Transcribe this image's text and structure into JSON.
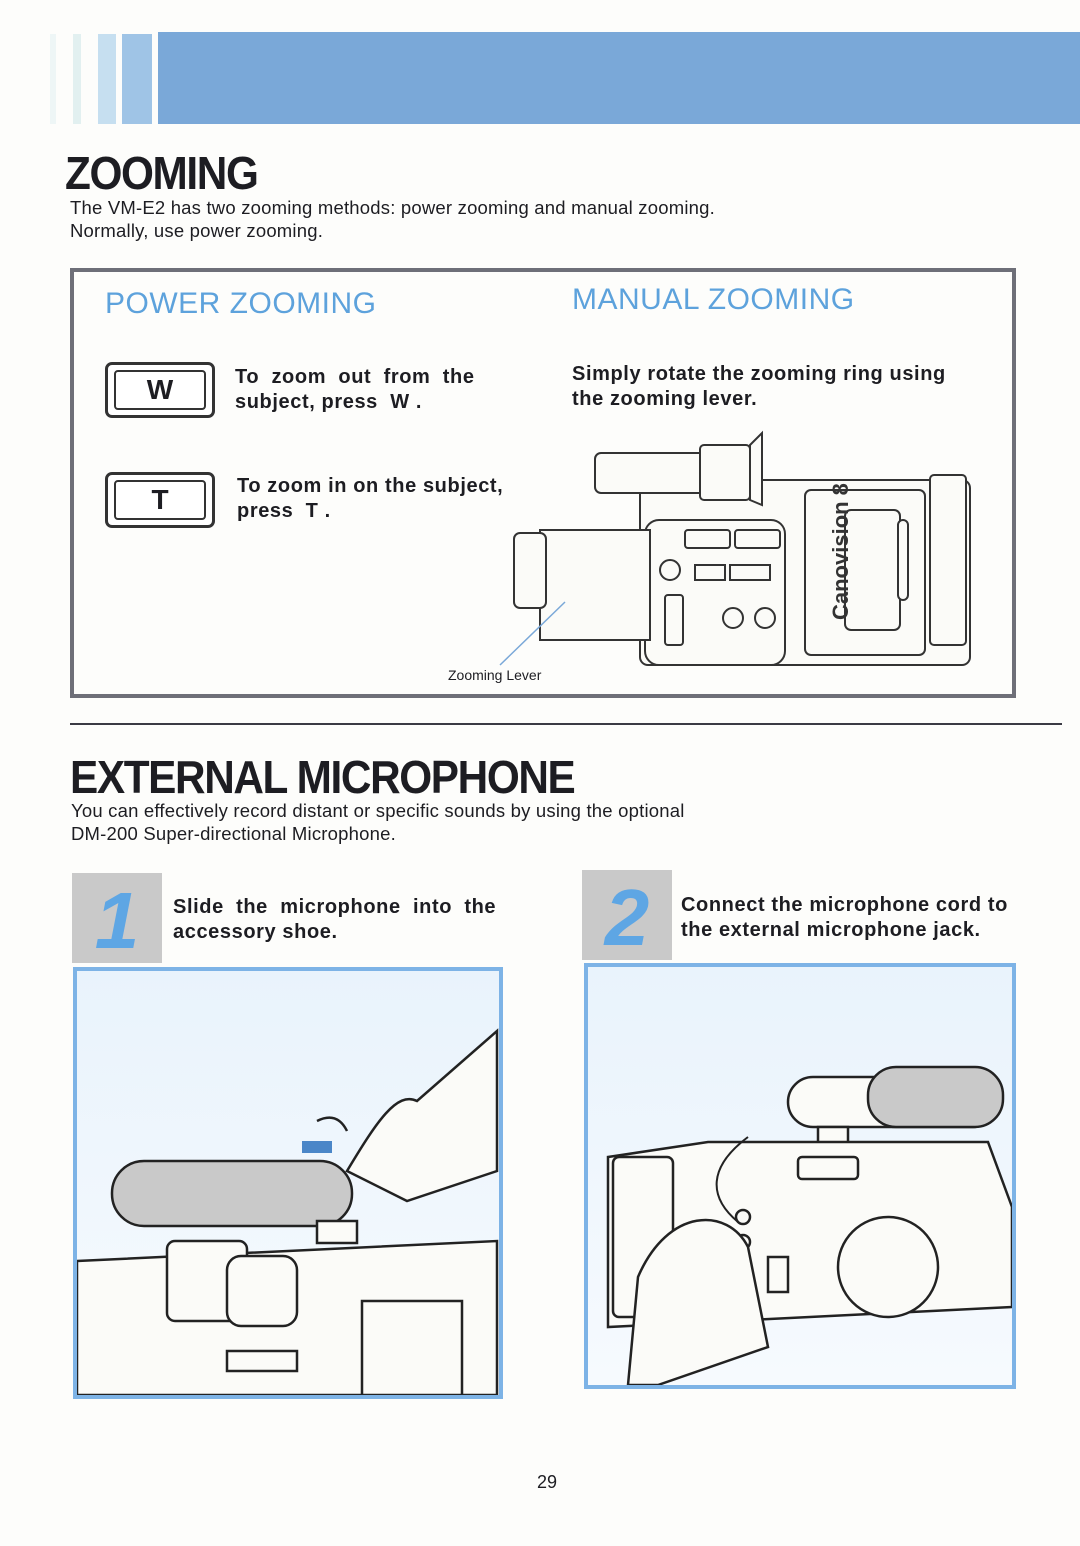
{
  "zooming": {
    "title": "ZOOMING",
    "intro_line1": "The VM-E2 has two zooming methods: power zooming and manual zooming.",
    "intro_line2": "Normally, use power zooming.",
    "power": {
      "heading": "POWER ZOOMING",
      "w_key": "W",
      "w_text_line1": "To  zoom  out  from  the",
      "w_text_line2": "subject, press  W .",
      "t_key": "T",
      "t_text_line1": "To zoom in on the subject,",
      "t_text_line2": "press  T ."
    },
    "manual": {
      "heading": "MANUAL ZOOMING",
      "text_line1": "Simply rotate the zooming ring using",
      "text_line2": "the zooming lever.",
      "callout": "Zooming Lever",
      "camera_brand": "Canovision 8"
    }
  },
  "microphone": {
    "title": "EXTERNAL MICROPHONE",
    "intro_line1": "You can effectively record distant or specific sounds by using the optional",
    "intro_line2": "DM-200 Super-directional Microphone.",
    "steps": [
      {
        "number": "1",
        "line1": "Slide  the  microphone  into  the",
        "line2": "accessory shoe."
      },
      {
        "number": "2",
        "line1": "Connect the microphone cord to",
        "line2": "the external microphone jack."
      }
    ]
  },
  "page_number": "29",
  "colors": {
    "accent_blue": "#7aa8d8",
    "heading_blue": "#5da2dc",
    "frame_blue": "#7db3e6"
  }
}
